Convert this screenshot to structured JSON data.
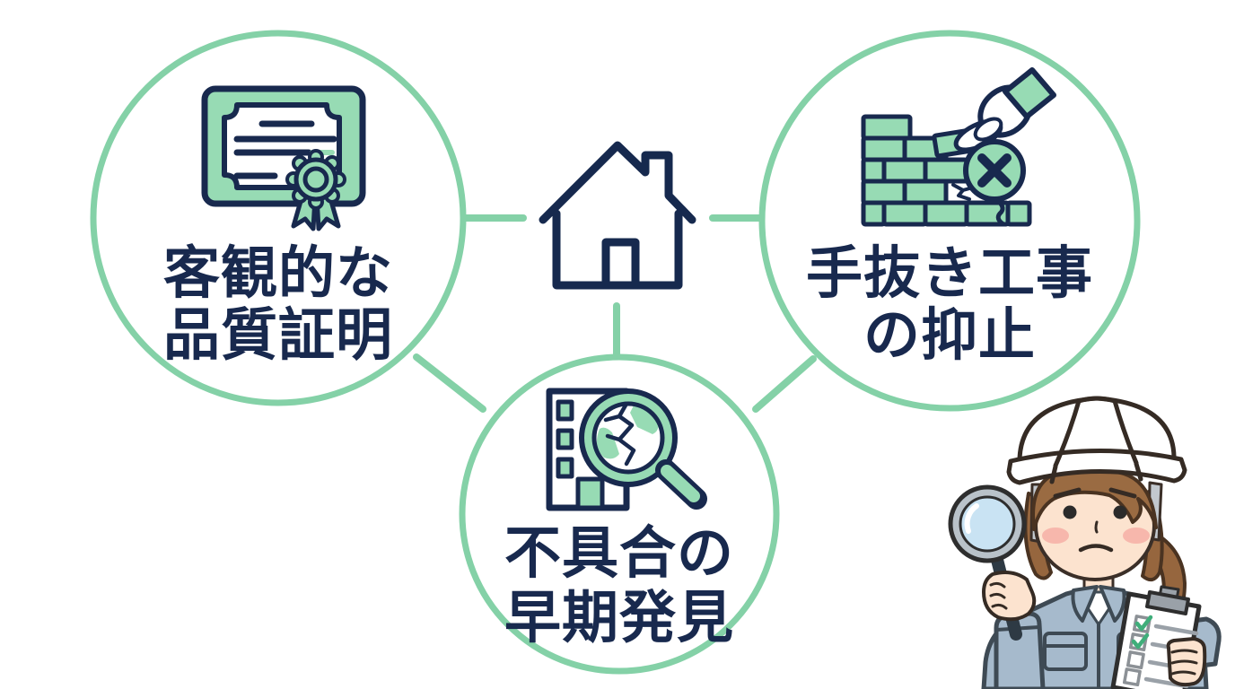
{
  "page": {
    "background": "#FFFFFF",
    "type": "infographic-diagram-home-inspection-benefits"
  },
  "diagram": {
    "center": {
      "icon": "house-icon"
    },
    "items": [
      {
        "id": "objective-quality-proof",
        "icon": "certificate-icon",
        "label_line1": "客観的な",
        "label_line2": "品質証明"
      },
      {
        "id": "shoddy-work-deterrence",
        "icon": "brick-wall-defect-icon",
        "label_line1": "手抜き工事",
        "label_line2": "の抑止"
      },
      {
        "id": "early-defect-detection",
        "icon": "building-magnifier-icon",
        "label_line1": "不具合の",
        "label_line2": "早期発見"
      }
    ],
    "colors": {
      "circle_border": "#84D1A7",
      "connector": "#84D1A7",
      "icon_fill": "#97DBB4",
      "navy": "#18294E"
    }
  },
  "illustration": {
    "name": "female-building-inspector",
    "elements": [
      "white-hard-hat",
      "magnifying-glass",
      "checklist-clipboard",
      "work-uniform",
      "ponytail"
    ],
    "colors": {
      "uniform": "#A6BACC",
      "skin": "#FCE3CF",
      "hair": "#96663E",
      "lens": "#C9E3F3",
      "check_green": "#3FAE7A"
    }
  }
}
